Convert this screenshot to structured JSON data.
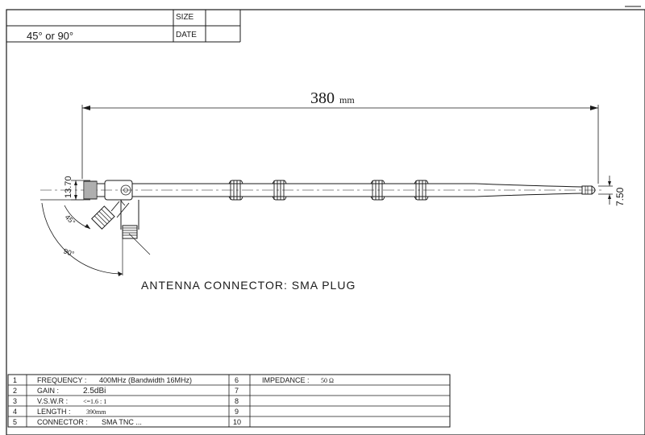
{
  "title_block": {
    "angle_note": "45° or 90°",
    "size_label": "SIZE",
    "date_label": "DATE"
  },
  "dimensions": {
    "length_value": "380",
    "length_unit": "mm",
    "base_height": "13.70",
    "tip_diameter": "7.50",
    "angle_45": "45°",
    "angle_90": "90°"
  },
  "connector_note": "ANTENNA CONNECTOR: SMA PLUG",
  "spec_table": {
    "rows": [
      {
        "num": "1",
        "label": "FREQUENCY :",
        "value": "400MHz (Bandwidth 16MHz)",
        "num2": "6",
        "label2": "IMPEDANCE :",
        "value2": "50 Ω"
      },
      {
        "num": "2",
        "label": "GAIN :",
        "value": "2.5dBi",
        "num2": "7",
        "label2": "",
        "value2": ""
      },
      {
        "num": "3",
        "label": "V.S.W.R :",
        "value": "<=1.6 : 1",
        "num2": "8",
        "label2": "",
        "value2": ""
      },
      {
        "num": "4",
        "label": "LENGTH :",
        "value": "390mm",
        "num2": "9",
        "label2": "",
        "value2": ""
      },
      {
        "num": "5",
        "label": "CONNECTOR :",
        "value": "SMA TNC ...",
        "num2": "10",
        "label2": "",
        "value2": ""
      }
    ]
  }
}
